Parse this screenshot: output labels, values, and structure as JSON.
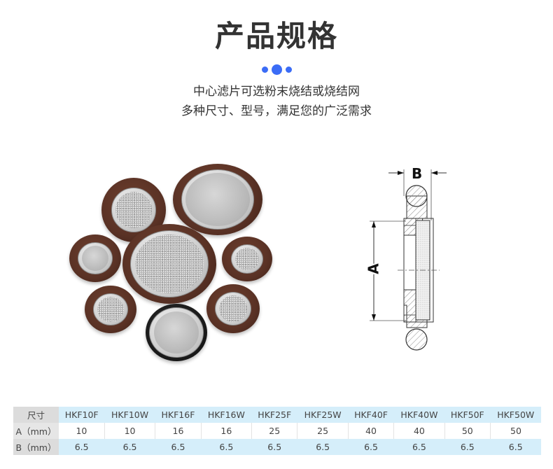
{
  "header": {
    "title": "产品规格",
    "subtitle_line1": "中心滤片可选粉末烧结或烧结网",
    "subtitle_line2": "多种尺寸、型号，满足您的广泛需求",
    "accent_color": "#3b6cf6"
  },
  "diagram": {
    "label_a": "A",
    "label_b": "B"
  },
  "table": {
    "header_label": "尺寸",
    "models": [
      "HKF10F",
      "HKF10W",
      "HKF16F",
      "HKF16W",
      "HKF25F",
      "HKF25W",
      "HKF40F",
      "HKF40W",
      "HKF50F",
      "HKF50W"
    ],
    "rows": [
      {
        "label": "A（mm）",
        "values": [
          "10",
          "10",
          "16",
          "16",
          "25",
          "25",
          "40",
          "40",
          "50",
          "50"
        ]
      },
      {
        "label": "B（mm）",
        "values": [
          "6.5",
          "6.5",
          "6.5",
          "6.5",
          "6.5",
          "6.5",
          "6.5",
          "6.5",
          "6.5",
          "6.5"
        ]
      }
    ],
    "colors": {
      "header_label_bg": "#dcdcdc",
      "blue_row_bg": "#d5eefa"
    }
  }
}
